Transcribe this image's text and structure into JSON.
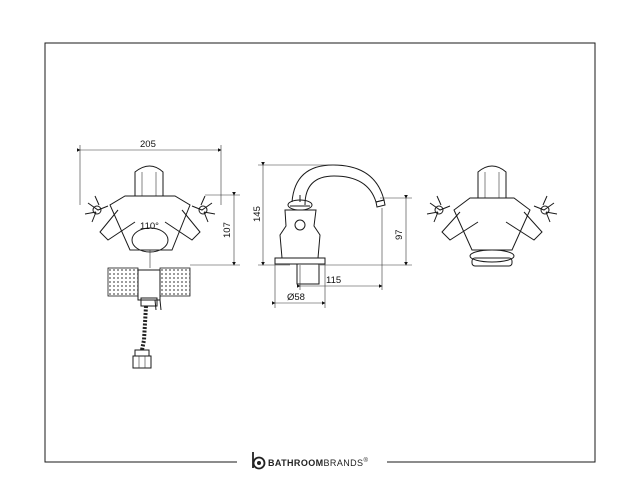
{
  "dimensions": {
    "overall_width": "205",
    "handle_angle": "110°",
    "front_height": "107",
    "overall_height": "145",
    "spout_height": "97",
    "spout_reach": "115",
    "base_diameter": "Ø58"
  },
  "brand": {
    "name_bold": "BATHROOM",
    "name_light": "BRANDS",
    "mark": "®"
  }
}
